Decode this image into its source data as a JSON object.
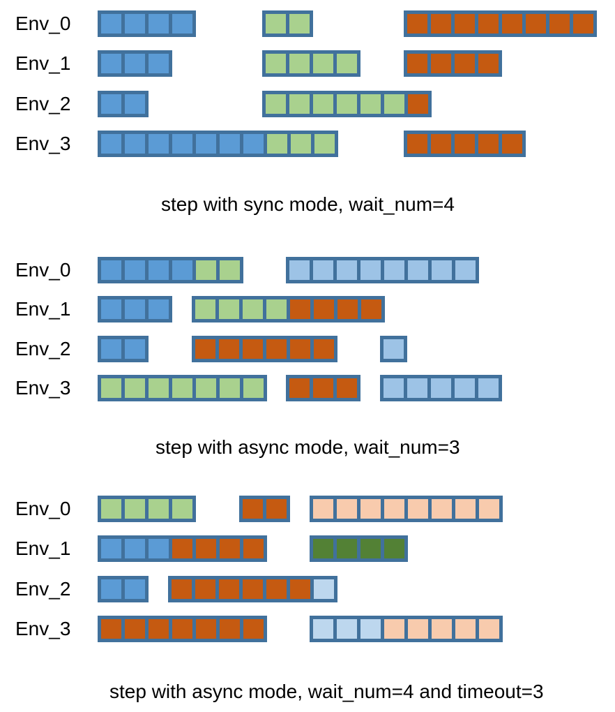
{
  "colors": {
    "cell_border": "#41719c",
    "blue": "#5b9bd5",
    "green": "#a9d18e",
    "orange": "#c55a11",
    "light_blue": "#9dc3e6",
    "pale_blue": "#bdd7ee",
    "peach": "#f8cbad",
    "dark_green": "#538135",
    "text": "#000000",
    "background": "#ffffff"
  },
  "panels": [
    {
      "id": "sync-wait4",
      "caption": "step with sync mode, wait_num=4",
      "rows": [
        {
          "label": "Env_0",
          "bars": [
            {
              "t": 0,
              "segments": [
                {
                  "color": "blue",
                  "count": 4
                }
              ]
            },
            {
              "t": 7,
              "segments": [
                {
                  "color": "green",
                  "count": 2
                }
              ]
            },
            {
              "t": 13,
              "segments": [
                {
                  "color": "orange",
                  "count": 8
                }
              ]
            }
          ]
        },
        {
          "label": "Env_1",
          "bars": [
            {
              "t": 0,
              "segments": [
                {
                  "color": "blue",
                  "count": 3
                }
              ]
            },
            {
              "t": 7,
              "segments": [
                {
                  "color": "green",
                  "count": 4
                }
              ]
            },
            {
              "t": 13,
              "segments": [
                {
                  "color": "orange",
                  "count": 4
                }
              ]
            }
          ]
        },
        {
          "label": "Env_2",
          "bars": [
            {
              "t": 0,
              "segments": [
                {
                  "color": "blue",
                  "count": 2
                }
              ]
            },
            {
              "t": 7,
              "segments": [
                {
                  "color": "green",
                  "count": 6
                },
                {
                  "color": "orange",
                  "count": 1
                }
              ]
            }
          ]
        },
        {
          "label": "Env_3",
          "bars": [
            {
              "t": 0,
              "segments": [
                {
                  "color": "blue",
                  "count": 7
                },
                {
                  "color": "green",
                  "count": 3
                }
              ]
            },
            {
              "t": 13,
              "segments": [
                {
                  "color": "orange",
                  "count": 5
                }
              ]
            }
          ]
        }
      ]
    },
    {
      "id": "async-wait3",
      "caption": "step with async mode, wait_num=3",
      "rows": [
        {
          "label": "Env_0",
          "bars": [
            {
              "t": 0,
              "segments": [
                {
                  "color": "blue",
                  "count": 4
                },
                {
                  "color": "green",
                  "count": 2
                }
              ]
            },
            {
              "t": 8,
              "segments": [
                {
                  "color": "light_blue",
                  "count": 8
                }
              ]
            }
          ]
        },
        {
          "label": "Env_1",
          "bars": [
            {
              "t": 0,
              "segments": [
                {
                  "color": "blue",
                  "count": 3
                }
              ]
            },
            {
              "t": 4,
              "segments": [
                {
                  "color": "green",
                  "count": 4
                },
                {
                  "color": "orange",
                  "count": 4
                }
              ]
            }
          ]
        },
        {
          "label": "Env_2",
          "bars": [
            {
              "t": 0,
              "segments": [
                {
                  "color": "blue",
                  "count": 2
                }
              ]
            },
            {
              "t": 4,
              "segments": [
                {
                  "color": "orange",
                  "count": 6
                }
              ]
            },
            {
              "t": 12,
              "segments": [
                {
                  "color": "light_blue",
                  "count": 1
                }
              ]
            }
          ]
        },
        {
          "label": "Env_3",
          "bars": [
            {
              "t": 0,
              "segments": [
                {
                  "color": "green",
                  "count": 7
                }
              ]
            },
            {
              "t": 8,
              "segments": [
                {
                  "color": "orange",
                  "count": 3
                }
              ]
            },
            {
              "t": 12,
              "segments": [
                {
                  "color": "light_blue",
                  "count": 5
                }
              ]
            }
          ]
        }
      ]
    },
    {
      "id": "async-wait4-timeout3",
      "caption": "step with async mode, wait_num=4 and timeout=3",
      "rows": [
        {
          "label": "Env_0",
          "bars": [
            {
              "t": 0,
              "segments": [
                {
                  "color": "green",
                  "count": 4
                }
              ]
            },
            {
              "t": 6,
              "segments": [
                {
                  "color": "orange",
                  "count": 2
                }
              ]
            },
            {
              "t": 9,
              "segments": [
                {
                  "color": "peach",
                  "count": 8
                }
              ]
            }
          ]
        },
        {
          "label": "Env_1",
          "bars": [
            {
              "t": 0,
              "segments": [
                {
                  "color": "blue",
                  "count": 3
                },
                {
                  "color": "orange",
                  "count": 4
                }
              ]
            },
            {
              "t": 9,
              "segments": [
                {
                  "color": "dark_green",
                  "count": 4
                }
              ]
            }
          ]
        },
        {
          "label": "Env_2",
          "bars": [
            {
              "t": 0,
              "segments": [
                {
                  "color": "blue",
                  "count": 2
                }
              ]
            },
            {
              "t": 3,
              "segments": [
                {
                  "color": "orange",
                  "count": 6
                },
                {
                  "color": "pale_blue",
                  "count": 1
                }
              ]
            }
          ]
        },
        {
          "label": "Env_3",
          "bars": [
            {
              "t": 0,
              "segments": [
                {
                  "color": "orange",
                  "count": 7
                }
              ]
            },
            {
              "t": 9,
              "segments": [
                {
                  "color": "pale_blue",
                  "count": 3
                },
                {
                  "color": "peach",
                  "count": 5
                }
              ]
            }
          ]
        }
      ]
    }
  ]
}
